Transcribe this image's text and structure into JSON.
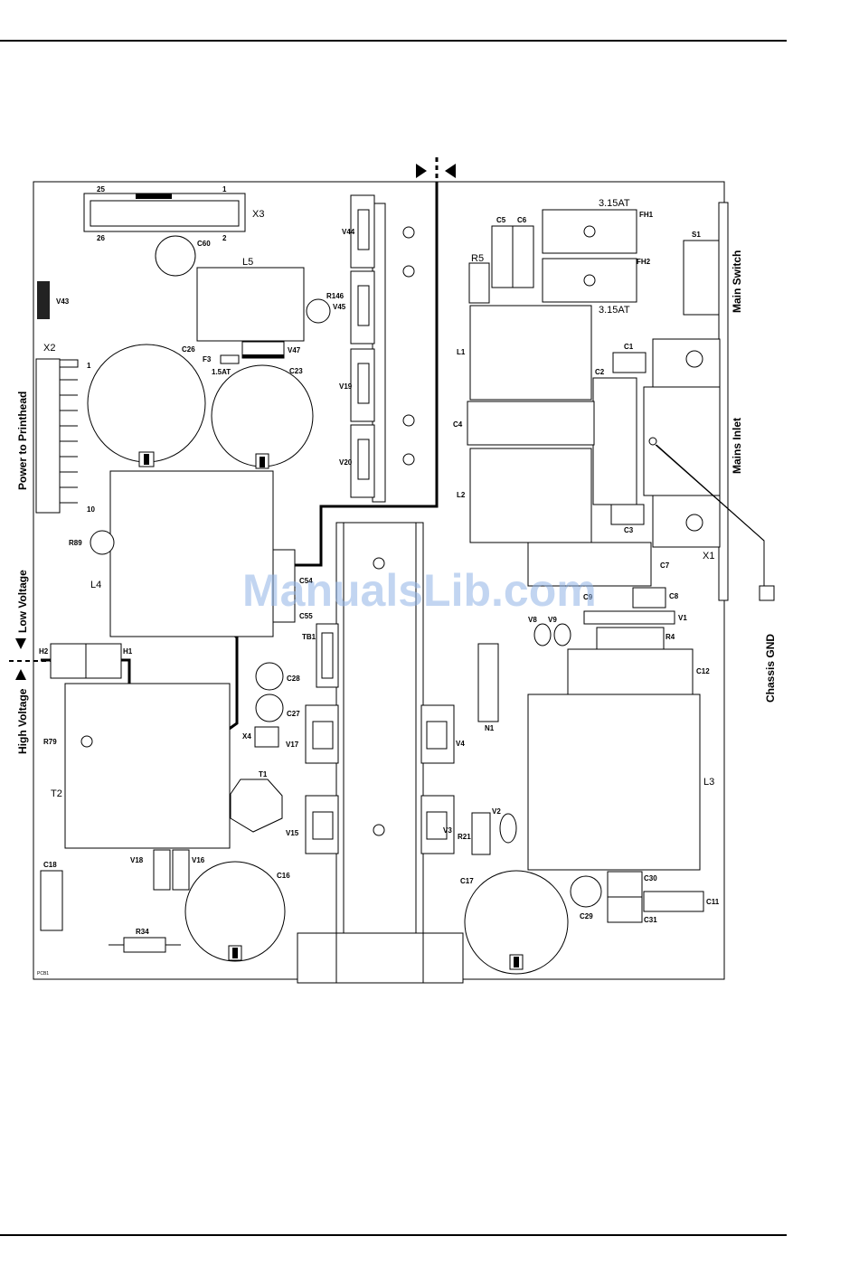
{
  "watermark": "ManualsLib.com",
  "side_labels": {
    "power_to_printhead": "Power to Printhead",
    "low_voltage": "Low Voltage",
    "high_voltage": "High Voltage",
    "main_switch": "Main Switch",
    "mains_inlet": "Mains Inlet",
    "chassis_gnd": "Chassis GND"
  },
  "components": {
    "x3": "X3",
    "x3_pin25": "25",
    "x3_pin1": "1",
    "x3_pin26": "26",
    "x3_pin2": "2",
    "c60": "C60",
    "l5": "L5",
    "v43": "V43",
    "r146": "R146",
    "v45": "V45",
    "v44": "V44",
    "x2": "X2",
    "x2_pin1": "1",
    "x2_pin10": "10",
    "c26": "C26",
    "f3": "F3",
    "f3_rating": "1.5AT",
    "v47": "V47",
    "c23": "C23",
    "v19": "V19",
    "v20": "V20",
    "r89": "R89",
    "l4": "L4",
    "c54": "C54",
    "c55": "C55",
    "h2": "H2",
    "h1": "H1",
    "tb1": "TB1",
    "c28": "C28",
    "c27": "C27",
    "x4": "X4",
    "r79": "R79",
    "t2": "T2",
    "t1": "T1",
    "v17": "V17",
    "v15": "V15",
    "v18": "V18",
    "v16": "V16",
    "c16": "C16",
    "c18": "C18",
    "r34": "R34",
    "pcb": "PCB1",
    "v4": "V4",
    "v3": "V3",
    "n1": "N1",
    "r21": "R21",
    "v2": "V2",
    "c17": "C17",
    "r5": "R5",
    "c5": "C5",
    "c6": "C6",
    "fh1_rating": "3.15AT",
    "fh1": "FH1",
    "fh2": "FH2",
    "fh2_rating": "3.15AT",
    "s1": "S1",
    "l1": "L1",
    "c1": "C1",
    "c2": "C2",
    "c4": "C4",
    "l2": "L2",
    "c3": "C3",
    "x1": "X1",
    "c7": "C7",
    "c9": "C9",
    "c8": "C8",
    "v8": "V8",
    "v9": "V9",
    "v1": "V1",
    "r4": "R4",
    "c12": "C12",
    "l3": "L3",
    "c29": "C29",
    "c30": "C30",
    "c31": "C31",
    "c11": "C11"
  }
}
